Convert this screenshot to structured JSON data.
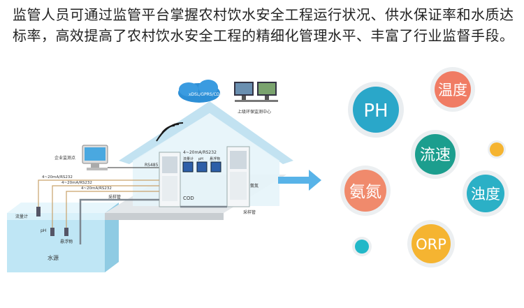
{
  "intro": {
    "text": "监管人员可通过监管平台掌握农村饮水安全工程运行状况、供水保证率和水质达标率，高效提高了农村饮水安全工程的精细化管理水平、丰富了行业监督手段。"
  },
  "diagram": {
    "cloud_label": "xDSL/GPRS/CDMA",
    "center_label": "上级环保监测中心",
    "enterprise_label": "企业监测点",
    "rs485": "RS485",
    "protocol_top": "4~20mA/RS232",
    "protocol_line1": "4~20mA/RS232",
    "protocol_line2": "4~20mA/RS232",
    "protocol_line3": "4~20mA/RS232",
    "flowmeter_in": "流量计",
    "ph_in": "pH",
    "turbidity_in": "悬浮物",
    "cod": "COD",
    "ammonia": "氨氮",
    "sampling_pipe_1": "采样管",
    "sampling_pipe_2": "采样管",
    "flowmeter": "流量计",
    "ph": "pH",
    "suspended": "悬浮物",
    "water_source": "水源"
  },
  "params": {
    "ph": "PH",
    "temperature": "温度",
    "flow_rate": "流速",
    "ammonia": "氨氮",
    "turbidity": "浊度",
    "orp": "ORP"
  },
  "colors": {
    "ph": "#2aa7c9",
    "temperature": "#f07c64",
    "flow_rate": "#1c9e8e",
    "ammonia": "#f08a6c",
    "turbidity": "#2bb0c6",
    "orp": "#f5b431",
    "arrow": "#58b3e8"
  }
}
